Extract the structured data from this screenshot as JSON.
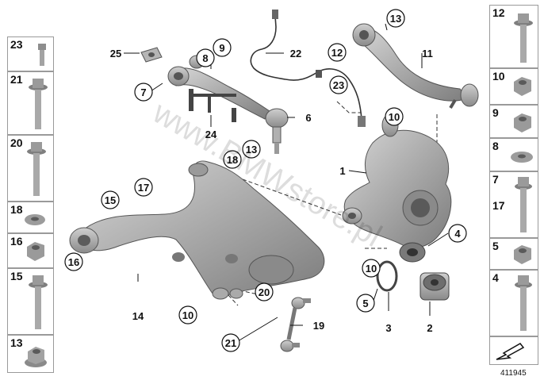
{
  "diagram_number": "411945",
  "watermark": "www.BMWstore.pl",
  "left_column": [
    "23",
    "21",
    "20",
    "18",
    "16",
    "15",
    "13"
  ],
  "right_column": [
    {
      "label": "12"
    },
    {
      "label": "10"
    },
    {
      "label": "9"
    },
    {
      "label": "8"
    },
    {
      "label": "7",
      "label2": "17"
    },
    {
      "label": "5"
    },
    {
      "label": "4"
    }
  ],
  "callouts": {
    "c13_top": "13",
    "c11": "11",
    "c12": "12",
    "c22": "22",
    "c25": "25",
    "c9": "9",
    "c8": "8",
    "c7": "7",
    "c6": "6",
    "c24": "24",
    "c23": "23",
    "c10_hub": "10",
    "c1": "1",
    "c13_mid": "13",
    "c18": "18",
    "c17": "17",
    "c15": "15",
    "c16": "16",
    "c14": "14",
    "c10_a": "10",
    "c20": "20",
    "c21": "21",
    "c19": "19",
    "c10_b": "10",
    "c4": "4",
    "c5": "5",
    "c3": "3",
    "c2": "2"
  }
}
